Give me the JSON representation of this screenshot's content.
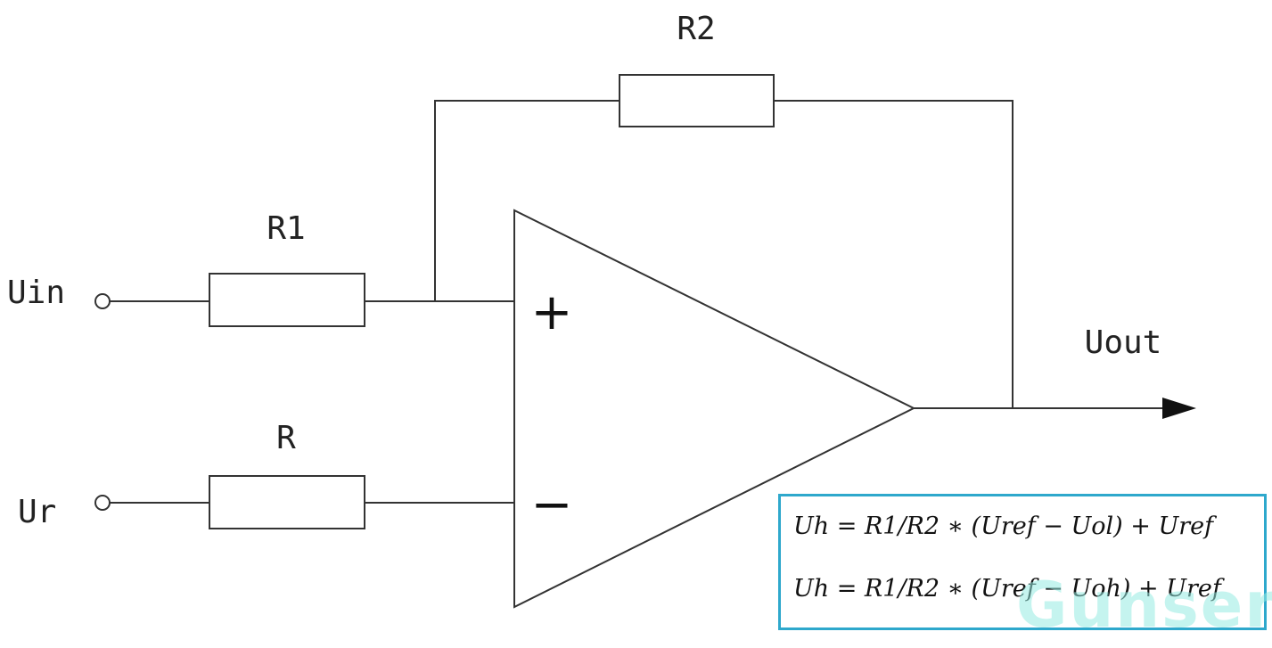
{
  "labels": {
    "r2": "R2",
    "r1": "R1",
    "r": "R",
    "uin": "Uin",
    "ur": "Ur",
    "uout": "Uout",
    "plus": "+",
    "minus": "−"
  },
  "formulas": [
    "Uh = R1/R2 ∗ (Uref − Uol) + Uref",
    "Uh = R1/R2 ∗ (Uref − Uoh) + Uref"
  ],
  "watermark": "Gunser",
  "colors": {
    "line": "#333333",
    "formula_border": "#2ea8cc",
    "watermark": "#96ebe1"
  }
}
